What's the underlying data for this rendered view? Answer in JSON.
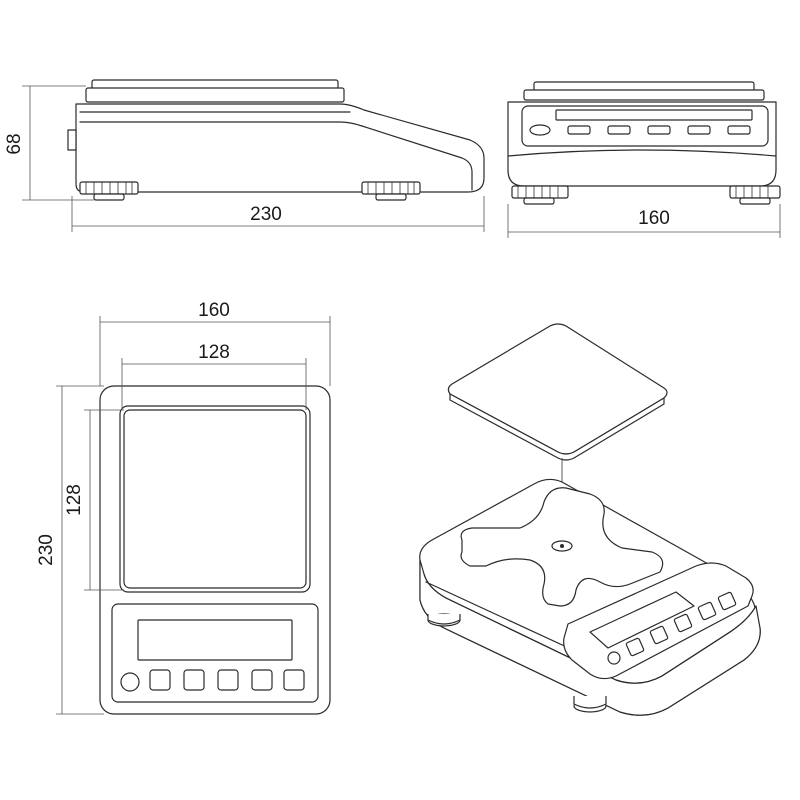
{
  "dimensions": {
    "side_height": "68",
    "side_length": "230",
    "front_width": "160",
    "top_width": "160",
    "top_pan_width": "128",
    "top_pan_depth": "128",
    "top_length": "230"
  }
}
